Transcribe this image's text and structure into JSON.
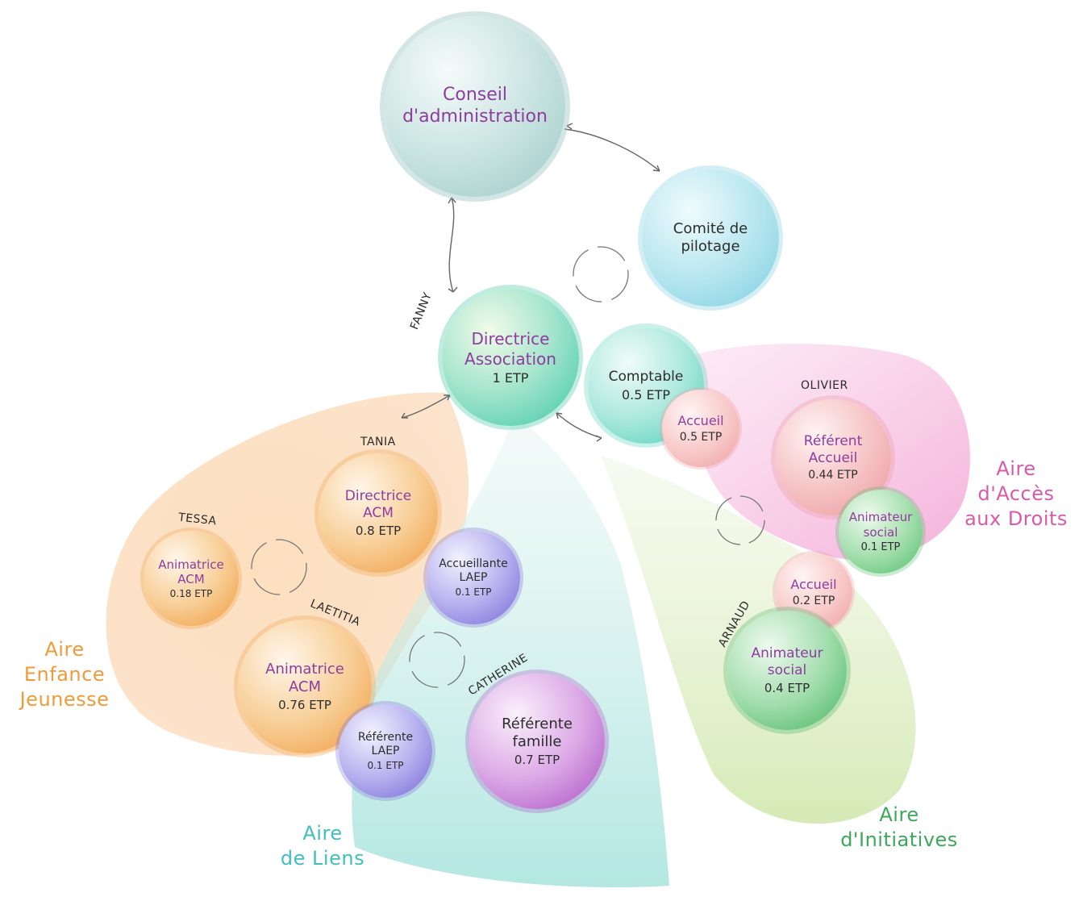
{
  "colors": {
    "purple_text": "#8e3d9e",
    "dark_text": "#2d2d2d",
    "enfance": "#ef9b39",
    "liens": "#3fbfbe",
    "acces": "#d85aa9",
    "initiatives": "#3ca85a"
  },
  "zones": {
    "enfance": [
      "Aire",
      "Enfance",
      "Jeunesse"
    ],
    "liens": [
      "Aire",
      "de Liens"
    ],
    "acces": [
      "Aire",
      "d'Accès",
      "aux Droits"
    ],
    "initiatives": [
      "Aire",
      "d'Initiatives"
    ]
  },
  "people": {
    "fanny": "FANNY",
    "tania": "TANIA",
    "tessa": "TESSA",
    "laetitia": "LAETITIA",
    "catherine": "CATHERINE",
    "olivier": "OLIVIER",
    "arnaud": "ARNAUD"
  },
  "nodes": {
    "conseil": {
      "title": [
        "Conseil",
        "d'administration"
      ]
    },
    "comite": {
      "title": [
        "Comité de",
        "pilotage"
      ]
    },
    "directrice_asso": {
      "title": [
        "Directrice",
        "Association"
      ],
      "etp": "1 ETP"
    },
    "comptable": {
      "title": [
        "Comptable"
      ],
      "etp": "0.5 ETP"
    },
    "accueil_05": {
      "title": [
        "Accueil"
      ],
      "etp": "0.5 ETP"
    },
    "referent_accueil": {
      "title": [
        "Référent",
        "Accueil"
      ],
      "etp": "0.44 ETP"
    },
    "animateur_social_01": {
      "title": [
        "Animateur",
        "social"
      ],
      "etp": "0.1 ETP"
    },
    "accueil_02": {
      "title": [
        "Accueil"
      ],
      "etp": "0.2 ETP"
    },
    "animateur_social_04": {
      "title": [
        "Animateur",
        "social"
      ],
      "etp": "0.4 ETP"
    },
    "directrice_acm": {
      "title": [
        "Directrice",
        "ACM"
      ],
      "etp": "0.8 ETP"
    },
    "animatrice_acm_018": {
      "title": [
        "Animatrice",
        "ACM"
      ],
      "etp": "0.18 ETP"
    },
    "animatrice_acm_076": {
      "title": [
        "Animatrice",
        "ACM"
      ],
      "etp": "0.76 ETP"
    },
    "accueillante_laep": {
      "title": [
        "Accueillante",
        "LAEP"
      ],
      "etp": "0.1 ETP"
    },
    "referente_laep": {
      "title": [
        "Référente",
        "LAEP"
      ],
      "etp": "0.1 ETP"
    },
    "referente_famille": {
      "title": [
        "Référente",
        "famille"
      ],
      "etp": "0.7 ETP"
    }
  }
}
